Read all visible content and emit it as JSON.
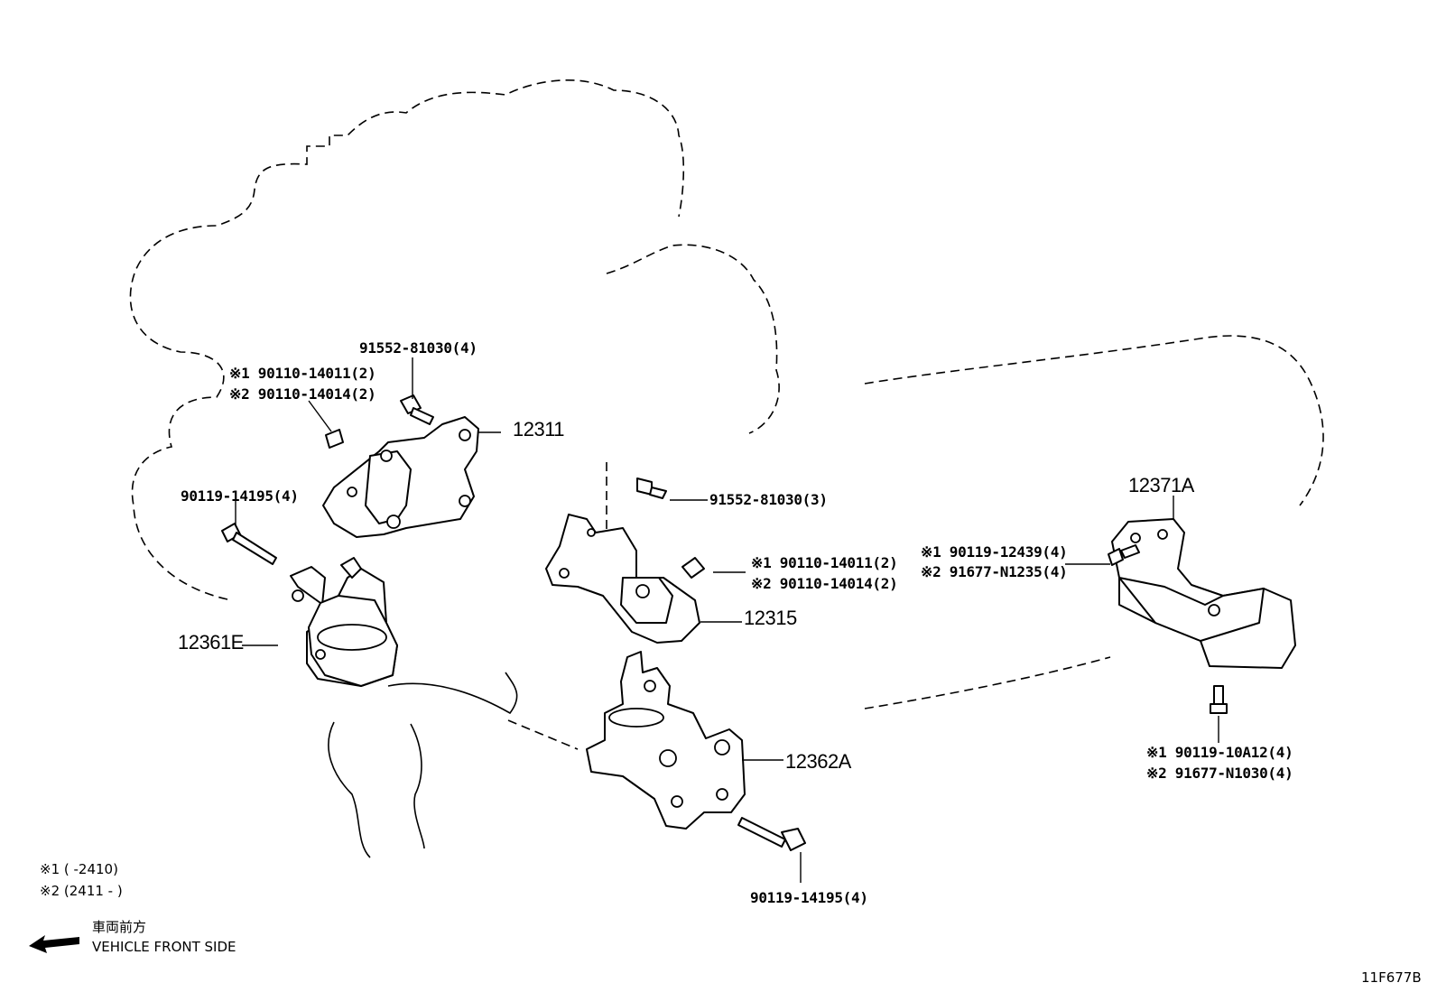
{
  "labels": {
    "bolt_91552_4": "91552-81030(4)",
    "mark1_top_left": "※1 90110-14011(2)",
    "mark2_top_left": "※2 90110-14014(2)",
    "part_12311": "12311",
    "bolt_90119_left": "90119-14195(4)",
    "part_12361E": "12361E",
    "bolt_91552_3": "91552-81030(3)",
    "mark1_center": "※1 90110-14011(2)",
    "mark2_center": "※2 90110-14014(2)",
    "part_12315": "12315",
    "mark1_right": "※1 90119-12439(4)",
    "mark2_right": "※2 91677-N1235(4)",
    "part_12371A": "12371A",
    "mark1_bottom_right": "※1 90119-10A12(4)",
    "mark2_bottom_right": "※2 91677-N1030(4)",
    "part_12362A": "12362A",
    "bolt_90119_bottom": "90119-14195(4)"
  },
  "legend": {
    "line1": "※1 (    -2410)",
    "line2": "※2 (2411 -    )"
  },
  "direction": {
    "japanese": "車両前方",
    "english": "VEHICLE FRONT SIDE",
    "icon": "arrow-left-icon"
  },
  "figure_code": "11F677B"
}
